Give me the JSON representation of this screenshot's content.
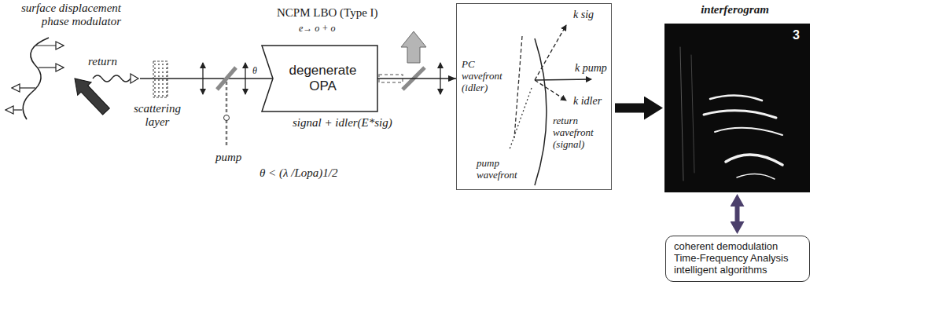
{
  "diagram": {
    "nodes": [
      {
        "text": [
          "degenerate",
          "OPA"
        ]
      },
      {
        "text": [
          "PC wavefront (idler)",
          "k sig",
          "k pump",
          "k idler",
          "return wavefront (signal)",
          "pump wavefront"
        ]
      },
      {
        "text": [
          "interferogram",
          "3"
        ]
      },
      {
        "text": [
          "coherent demodulation Time-Frequency Analysis intelligent algorithms"
        ]
      }
    ],
    "edges": [
      {
        "from": 0,
        "to": 1,
        "arrow": "to"
      },
      {
        "from": 1,
        "to": 2,
        "arrow": "to"
      },
      {
        "from": 2,
        "to": 3,
        "arrow": "both"
      }
    ],
    "labels": [
      "surface displacement phase modulator",
      "return",
      "scattering layer",
      "pump",
      "NCPM LBO (Type I)",
      "e→ o + o",
      "θ",
      "signal + idler(E*sig)",
      "θ < (λ /Lopa)1/2"
    ]
  }
}
